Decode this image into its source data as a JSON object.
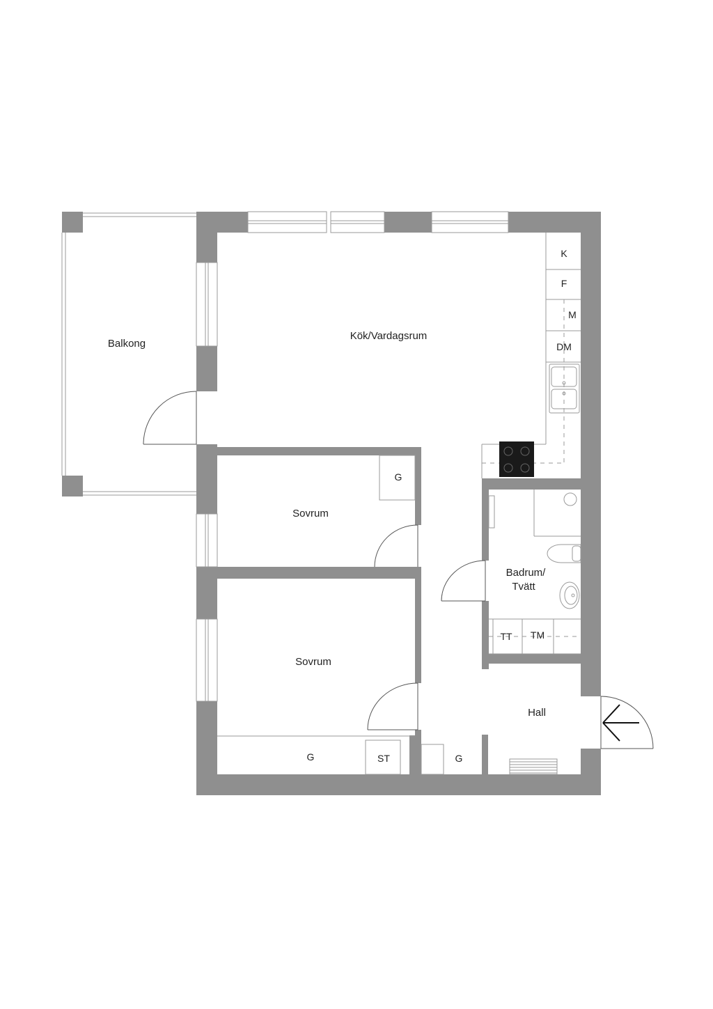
{
  "rooms": {
    "balkong": "Balkong",
    "kok_vardagsrum": "Kök/Vardagsrum",
    "sovrum_1": "Sovrum",
    "sovrum_2": "Sovrum",
    "badrum_line1": "Badrum/",
    "badrum_line2": "Tvätt",
    "hall": "Hall"
  },
  "fixtures": {
    "k": "K",
    "f": "F",
    "m": "M",
    "dm": "DM",
    "g_sovrum_1": "G",
    "g_sovrum_2": "G",
    "st": "ST",
    "g_hall": "G",
    "tt": "TT",
    "tm": "TM"
  },
  "colors": {
    "wall": "#8f8f8f",
    "stove": "#1a1a1a"
  },
  "icons": {
    "entrance": "entrance-arrow-icon"
  }
}
